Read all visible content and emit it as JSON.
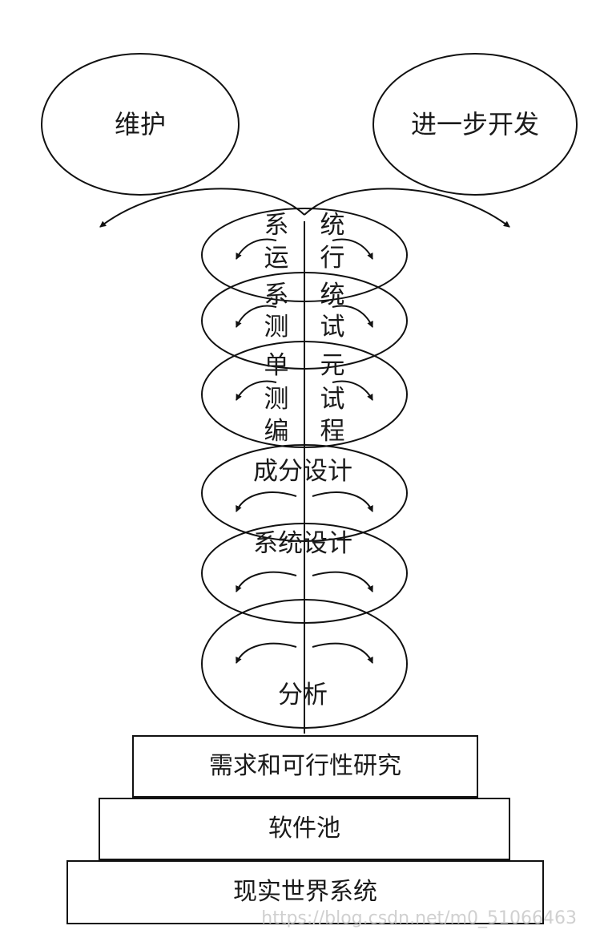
{
  "top_bubbles": {
    "left": "维护",
    "right": "进一步开发"
  },
  "stages": {
    "system_run": {
      "left": [
        "系",
        "运"
      ],
      "right": [
        "统",
        "行"
      ]
    },
    "system_test": {
      "left": [
        "系",
        "测"
      ],
      "right": [
        "统",
        "试"
      ]
    },
    "unit": {
      "left": [
        "单",
        "测",
        "编"
      ],
      "right": [
        "元",
        "试",
        "程"
      ]
    },
    "component_design": "成分设计",
    "system_design": "系统设计",
    "analysis": "分析"
  },
  "foundation": {
    "requirements": "需求和可行性研究",
    "software_pool": "软件池",
    "real_world": "现实世界系统"
  },
  "watermark": "https://blog.csdn.net/m0_51066463"
}
